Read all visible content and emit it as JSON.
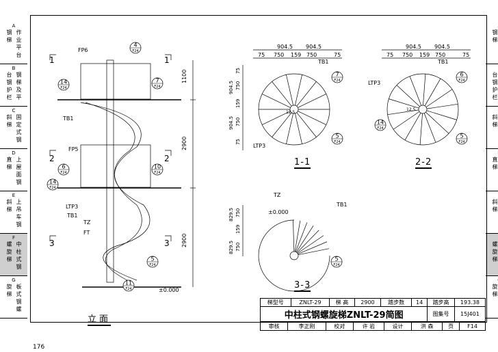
{
  "sidebar": [
    {
      "letter": "A",
      "text": "作业平台钢梯",
      "active": false
    },
    {
      "letter": "B",
      "text": "钢梯及平台钢护栏",
      "active": false
    },
    {
      "letter": "C",
      "text": "固定式钢斜梯",
      "active": false
    },
    {
      "letter": "D",
      "text": "上屋面钢直梯",
      "active": false
    },
    {
      "letter": "E",
      "text": "上吊车钢斜梯",
      "active": false
    },
    {
      "letter": "F",
      "text": "中柱式钢螺旋梯",
      "active": true
    },
    {
      "letter": "G",
      "text": "板式钢螺旋梯",
      "active": false
    }
  ],
  "page_number": "176",
  "elevation": {
    "title": "立面",
    "section_marks": [
      "1",
      "2",
      "3",
      "1",
      "2",
      "3"
    ],
    "labels": {
      "fp6": "FP6",
      "fp5": "FP5",
      "tb1": "TB1",
      "ltp3": "LTP3",
      "tz": "TZ",
      "ft": "FT"
    },
    "callouts": [
      {
        "n": "4",
        "s": "F24"
      },
      {
        "n": "7",
        "s": "F24"
      },
      {
        "n": "14",
        "s": "F24"
      },
      {
        "n": "6",
        "s": "F24"
      },
      {
        "n": "10",
        "s": "F24"
      },
      {
        "n": "14",
        "s": "F24"
      },
      {
        "n": "5",
        "s": "F24"
      },
      {
        "n": "11",
        "s": "F24"
      }
    ],
    "level": "±0.000",
    "dims": {
      "d1": "1100",
      "d2": "2900",
      "d3": "2900"
    }
  },
  "plan_1_1": {
    "title": "1-1",
    "top_dims": [
      "904.5",
      "904.5"
    ],
    "sub_dims": [
      "75",
      "750",
      "159",
      "750",
      "75"
    ],
    "side_dims": [
      "75",
      "750",
      "904.5",
      "159",
      "904.5",
      "750",
      "75"
    ],
    "labels": {
      "tb1": "TB1",
      "ltp3": "LTP3",
      "angle": "12.5"
    },
    "callouts": [
      {
        "n": "7",
        "s": "F24"
      },
      {
        "n": "5",
        "s": "F24"
      }
    ]
  },
  "plan_2_2": {
    "title": "2-2",
    "top_dims": [
      "904.5",
      "904.5"
    ],
    "sub_dims": [
      "75",
      "750",
      "159",
      "750",
      "75"
    ],
    "labels": {
      "tb1": "TB1",
      "ltp3": "LTP3",
      "angle": "12.5"
    },
    "callouts": [
      {
        "n": "6",
        "s": "F24"
      },
      {
        "n": "14",
        "s": "F24"
      },
      {
        "n": "5",
        "s": "F24"
      }
    ]
  },
  "plan_3_3": {
    "title": "3-3",
    "side_dims": [
      "829.5",
      "750",
      "159",
      "829.5",
      "750"
    ],
    "labels": {
      "tz": "TZ",
      "tb1": "TB1",
      "level": "±0.000"
    },
    "callouts": [
      {
        "n": "5",
        "s": "F24"
      }
    ]
  },
  "title_block": {
    "model_label": "梯型号",
    "model": "ZNLT-29",
    "height_label": "梯  高",
    "height": "2900",
    "steps_label": "踏步数",
    "steps": "14",
    "rise_label": "踏步高",
    "rise": "193.38",
    "drawing_title": "中柱式钢螺旋梯ZNLT-29简图",
    "atlas_label": "图集号",
    "atlas": "15J401",
    "review_label": "审核",
    "reviewer": "李正刚",
    "check_label": "校对",
    "checker": "许  岩",
    "design_label": "设计",
    "designer": "洪  森",
    "page_label": "页",
    "page": "F14"
  }
}
